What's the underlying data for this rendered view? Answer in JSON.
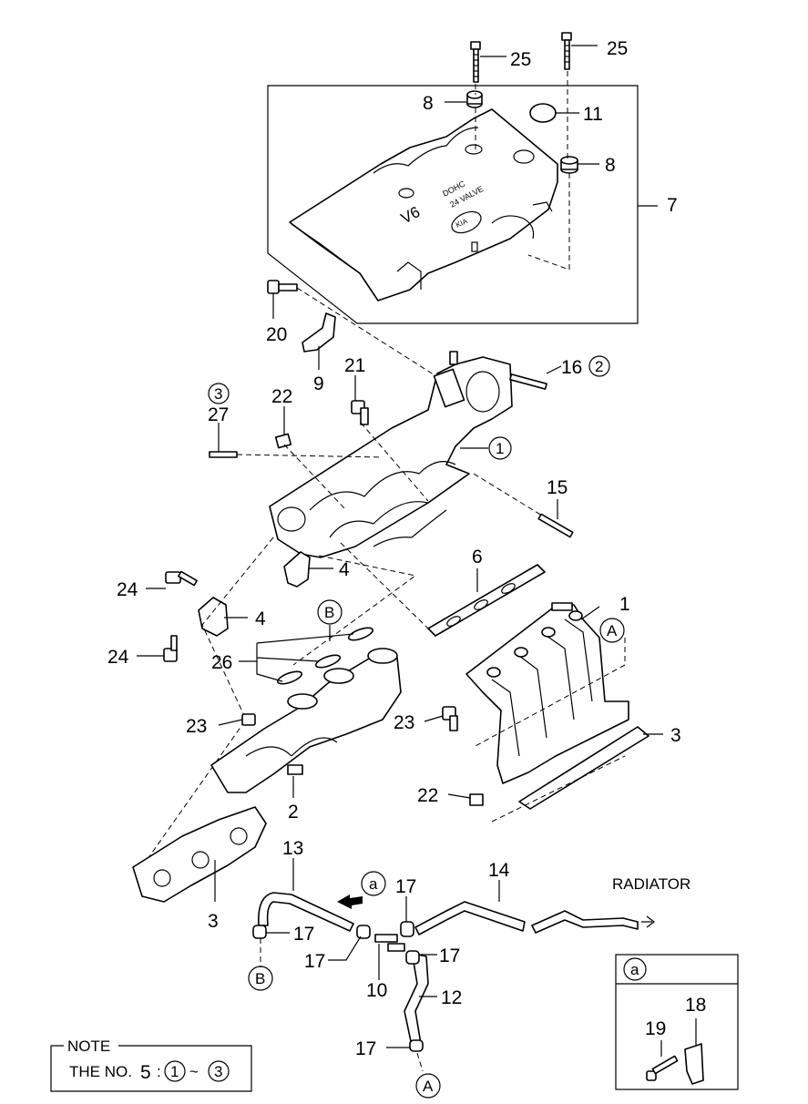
{
  "callouts": {
    "c25a": "25",
    "c25b": "25",
    "c8a": "8",
    "c8b": "8",
    "c11": "11",
    "c7": "7",
    "c20": "20",
    "c9": "9",
    "c21": "21",
    "c16": "16",
    "c16_sub": "2",
    "c22a": "22",
    "c27": "27",
    "c27_sub": "3",
    "c1a": "1",
    "c15": "15",
    "c4a": "4",
    "c24a": "24",
    "c4b": "4",
    "c24b": "24",
    "cB1": "B",
    "c26": "26",
    "c6": "6",
    "c1b": "1",
    "cA1": "A",
    "c23a": "23",
    "c23b": "23",
    "c3a": "3",
    "c2": "2",
    "c22b": "22",
    "c13": "13",
    "ca1": "a",
    "c17a": "17",
    "c14": "14",
    "c17b": "17",
    "c17c": "17",
    "c17d": "17",
    "c3b": "3",
    "cB2": "B",
    "c10": "10",
    "c12": "12",
    "c17e": "17",
    "cA2": "A",
    "c19": "19",
    "c18": "18"
  },
  "radiator_label": "RADIATOR",
  "cover_text": {
    "brand": "V6",
    "line1": "DOHC",
    "line2": "24 VALVE",
    "logo": "KIA"
  },
  "inset": {
    "tag": "a"
  },
  "note": {
    "title": "NOTE",
    "text": "THE NO.",
    "number": "5",
    "colon": ":",
    "from": "1",
    "tilde": "~",
    "to": "3"
  }
}
